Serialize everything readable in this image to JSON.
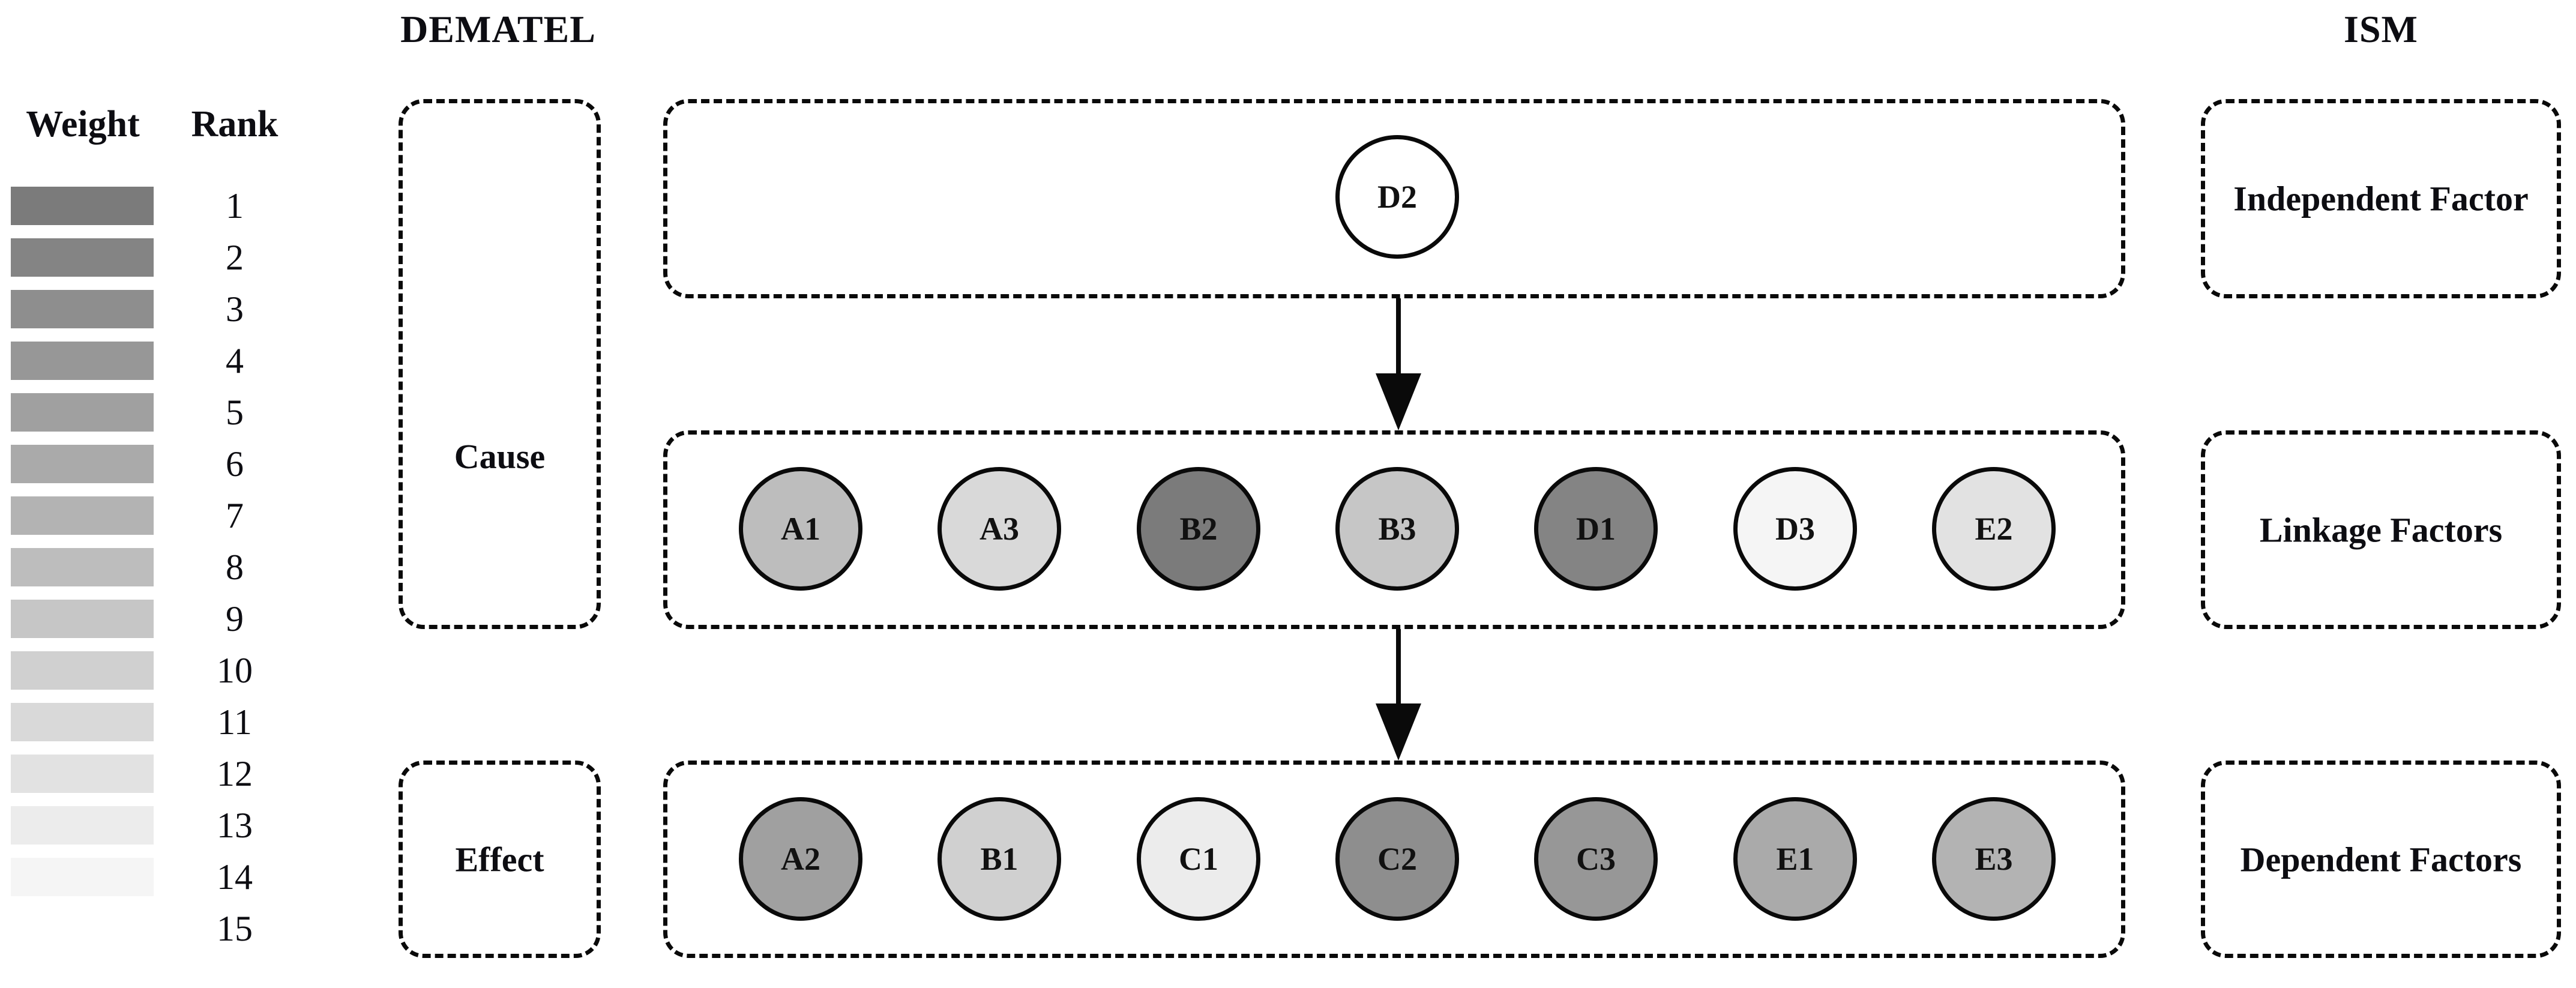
{
  "legend": {
    "weight_header": "Weight",
    "rank_header": "Rank",
    "ranks": [
      {
        "rank": "1",
        "color": "#7b7b7b"
      },
      {
        "rank": "2",
        "color": "#848484"
      },
      {
        "rank": "3",
        "color": "#8e8e8e"
      },
      {
        "rank": "4",
        "color": "#979797"
      },
      {
        "rank": "5",
        "color": "#a0a0a0"
      },
      {
        "rank": "6",
        "color": "#aaaaaa"
      },
      {
        "rank": "7",
        "color": "#b3b3b3"
      },
      {
        "rank": "8",
        "color": "#bdbdbd"
      },
      {
        "rank": "9",
        "color": "#c6c6c6"
      },
      {
        "rank": "10",
        "color": "#d0d0d0"
      },
      {
        "rank": "11",
        "color": "#d9d9d9"
      },
      {
        "rank": "12",
        "color": "#e2e2e2"
      },
      {
        "rank": "13",
        "color": "#ececec"
      },
      {
        "rank": "14",
        "color": "#f5f5f5"
      },
      {
        "rank": "15",
        "color": "#ffffff"
      }
    ]
  },
  "dematel": {
    "title": "DEMATEL",
    "cause_label": "Cause",
    "effect_label": "Effect"
  },
  "ism": {
    "title": "ISM",
    "independent_label": "Independent Factor",
    "linkage_label": "Linkage Factors",
    "dependent_label": "Dependent Factors"
  },
  "factors": {
    "independent": [
      {
        "id": "D2",
        "color": "#ffffff"
      }
    ],
    "linkage": [
      {
        "id": "A1",
        "color": "#bdbdbd"
      },
      {
        "id": "A3",
        "color": "#d9d9d9"
      },
      {
        "id": "B2",
        "color": "#7b7b7b"
      },
      {
        "id": "B3",
        "color": "#c6c6c6"
      },
      {
        "id": "D1",
        "color": "#848484"
      },
      {
        "id": "D3",
        "color": "#f5f5f5"
      },
      {
        "id": "E2",
        "color": "#e2e2e2"
      }
    ],
    "dependent": [
      {
        "id": "A2",
        "color": "#a0a0a0"
      },
      {
        "id": "B1",
        "color": "#d0d0d0"
      },
      {
        "id": "C1",
        "color": "#ececec"
      },
      {
        "id": "C2",
        "color": "#8e8e8e"
      },
      {
        "id": "C3",
        "color": "#979797"
      },
      {
        "id": "E1",
        "color": "#aaaaaa"
      },
      {
        "id": "E3",
        "color": "#b3b3b3"
      }
    ]
  }
}
